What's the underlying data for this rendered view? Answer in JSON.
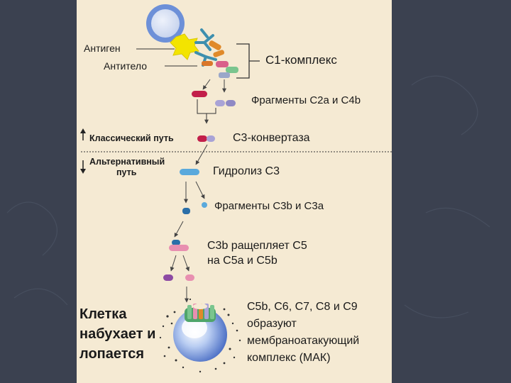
{
  "labels": {
    "antigen": "Антиген",
    "antibody": "Антитело",
    "c1_complex": "С1-комплекс",
    "fragments_c2a_c4b": "Фрагменты C2a и C4b",
    "classical_path": "Классический путь",
    "c3_convertase": "С3-конвертаза",
    "alt_path_line1": "Альтернативный",
    "alt_path_line2": "путь",
    "hydrolysis_c3": "Гидролиз С3",
    "fragments_c3b_c3a": "Фрагменты С3b и С3а",
    "c3b_splits_line1": "С3b ращепляет С5",
    "c3b_splits_line2": "на С5а и С5b",
    "cell_line1": "Клетка",
    "cell_line2": "набухает и",
    "cell_line3": "лопается",
    "mac_line1": "С5b, С6, С7, С8 и С9",
    "mac_line2": "образуют",
    "mac_line3": "мембраноатакующий",
    "mac_line4": "комплекс (МАК)"
  },
  "colors": {
    "slide_background": "#3b4150",
    "panel_background": "#f5ead3",
    "c4b_red": "#c21f4a",
    "c2a_lavender": "#a9a3d6",
    "c3_blue": "#5aa9dc",
    "c3b_navy": "#2b6fa8",
    "c5a_purple": "#8d4aa3",
    "c5b_pink": "#e88fb0",
    "antigen_yellow": "#f3e400",
    "antibody_teal": "#3d8fae",
    "cell_blue": "#6d90d8"
  }
}
